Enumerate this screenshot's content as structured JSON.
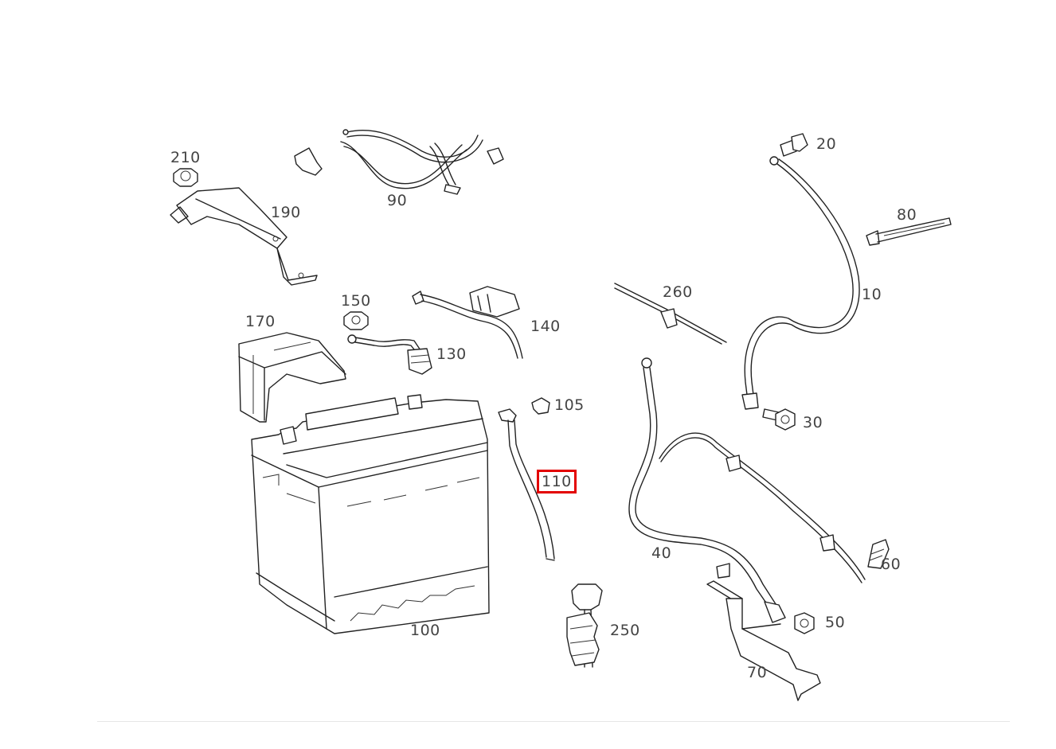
{
  "diagram": {
    "selected_part": "110",
    "highlight_color": "#e30000",
    "parts": [
      {
        "id": "p210",
        "label": "210"
      },
      {
        "id": "p90",
        "label": "90"
      },
      {
        "id": "p190",
        "label": "190"
      },
      {
        "id": "p20",
        "label": "20"
      },
      {
        "id": "p80",
        "label": "80"
      },
      {
        "id": "p10",
        "label": "10"
      },
      {
        "id": "p150",
        "label": "150"
      },
      {
        "id": "p170",
        "label": "170"
      },
      {
        "id": "p260",
        "label": "260"
      },
      {
        "id": "p140",
        "label": "140"
      },
      {
        "id": "p130",
        "label": "130"
      },
      {
        "id": "p105",
        "label": "105"
      },
      {
        "id": "p30",
        "label": "30"
      },
      {
        "id": "p110",
        "label": "110"
      },
      {
        "id": "p40",
        "label": "40"
      },
      {
        "id": "p60",
        "label": "60"
      },
      {
        "id": "p50",
        "label": "50"
      },
      {
        "id": "p100",
        "label": "100"
      },
      {
        "id": "p250",
        "label": "250"
      },
      {
        "id": "p70",
        "label": "70"
      }
    ]
  }
}
